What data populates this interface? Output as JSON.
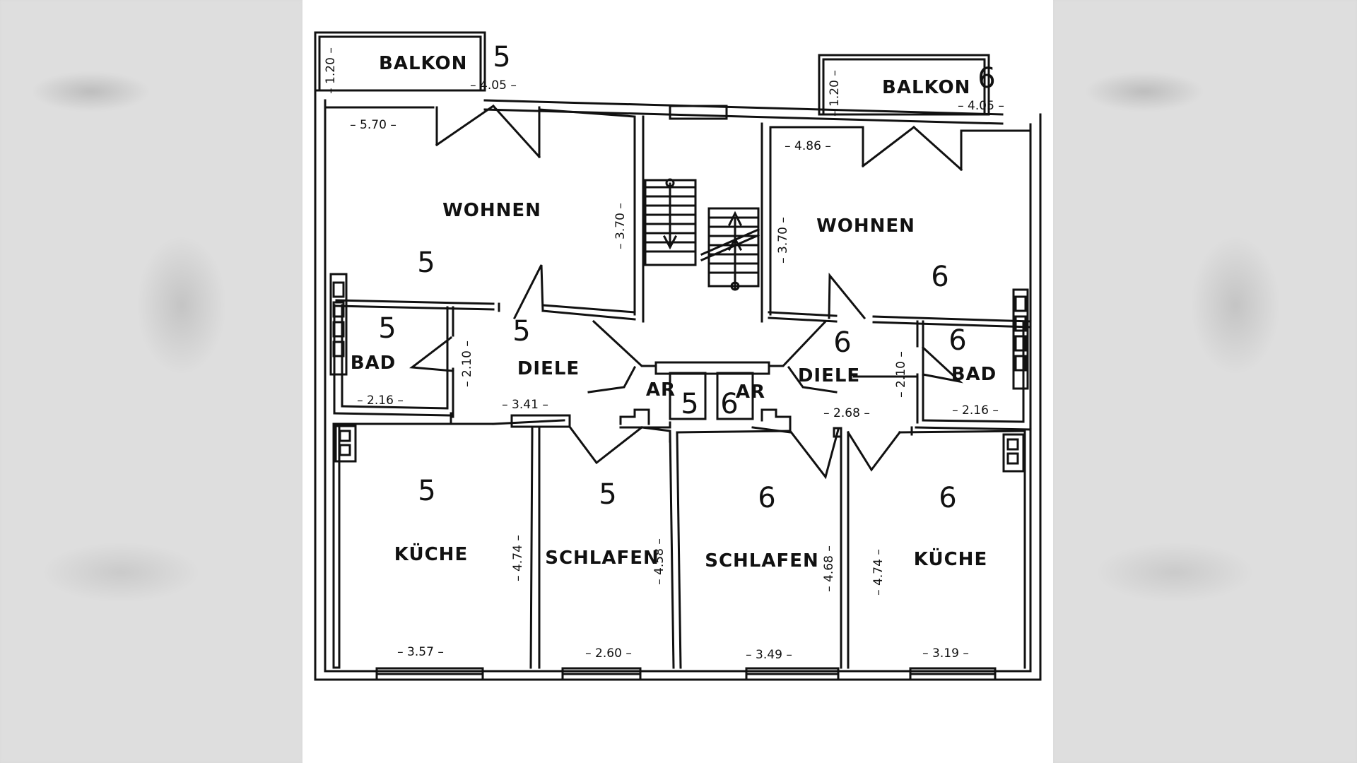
{
  "plan": {
    "balcony_left": {
      "label": "BALKON",
      "unit": "5",
      "depth": "1.20",
      "width": "4.05"
    },
    "balcony_right": {
      "label": "BALKON",
      "unit": "6",
      "depth": "1.20",
      "width": "4.05"
    },
    "wohnen_left": {
      "label": "WOHNEN",
      "unit": "5",
      "width": "5.70",
      "depth": "3.70"
    },
    "wohnen_right": {
      "label": "WOHNEN",
      "unit": "6",
      "width": "4.86",
      "depth": "3.70"
    },
    "bad_left": {
      "label": "BAD",
      "unit": "5",
      "width": "2.16"
    },
    "bad_right": {
      "label": "BAD",
      "unit": "6",
      "width": "2.16"
    },
    "diele_left": {
      "label": "DIELE",
      "unit": "5",
      "depth": "2.10",
      "width": "3.41"
    },
    "diele_right": {
      "label": "DIELE",
      "unit": "6",
      "depth": "2.10",
      "width": "2.68"
    },
    "ar_left": {
      "label": "AR",
      "unit": "5"
    },
    "ar_right": {
      "label": "AR",
      "unit": "6"
    },
    "kueche_left": {
      "label": "KÜCHE",
      "unit": "5",
      "depth": "4.74",
      "width": "3.57"
    },
    "schlafen_left": {
      "label": "SCHLAFEN",
      "unit": "5",
      "depth": "4.58",
      "width": "2.60"
    },
    "schlafen_right": {
      "label": "SCHLAFEN",
      "unit": "6",
      "depth": "4.68",
      "width": "3.49"
    },
    "kueche_right": {
      "label": "KÜCHE",
      "unit": "6",
      "depth": "4.74",
      "width": "3.19"
    }
  }
}
